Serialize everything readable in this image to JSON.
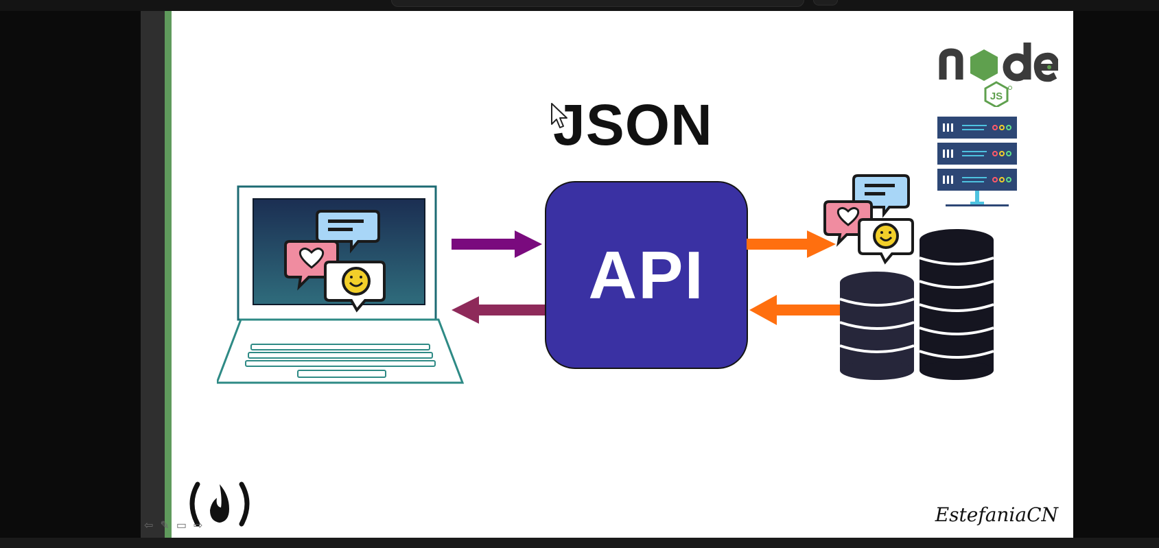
{
  "slide": {
    "title": "JSON",
    "center_label": "API",
    "author": "EstefaniaCN",
    "logo_word": "node",
    "logo_badge": "JS"
  },
  "viewer": {
    "nav": {
      "prev_icon": "arrow-left-icon",
      "pen_icon": "pen-icon",
      "screen_icon": "screen-icon",
      "next_icon": "arrow-right-icon"
    }
  },
  "colors": {
    "api_box": "#3a31a3",
    "arrow_to_api": "#7a0a7e",
    "arrow_from_api": "#8e2a5a",
    "arrow_orange": "#ff6f0f",
    "laptop_teal": "#2e8a85",
    "node_green": "#5fa04e",
    "db_dark": "#151520",
    "server_blue": "#2d4775"
  },
  "icons": [
    "laptop-icon",
    "chat-bubbles-icon",
    "database-icon",
    "server-rack-icon",
    "nodejs-logo",
    "freecodecamp-logo",
    "mouse-cursor-icon"
  ]
}
